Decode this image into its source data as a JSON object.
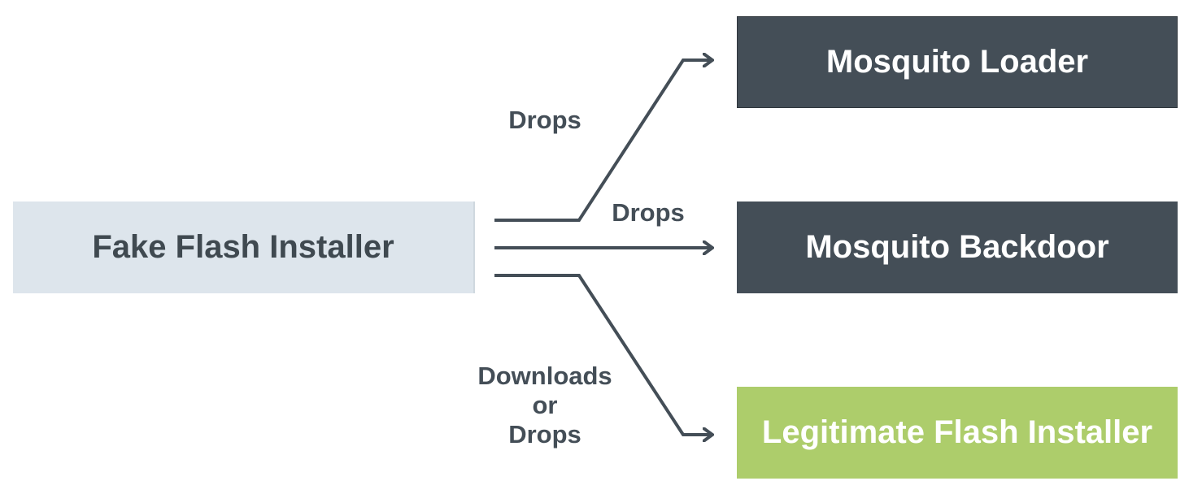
{
  "diagram": {
    "source": {
      "label": "Fake Flash Installer"
    },
    "targets": [
      {
        "id": "loader",
        "label": "Mosquito Loader",
        "edge_label": "Drops",
        "color": "#444e57"
      },
      {
        "id": "backdoor",
        "label": "Mosquito Backdoor",
        "edge_label": "Drops",
        "color": "#444e57"
      },
      {
        "id": "legit",
        "label": "Legitimate Flash Installer",
        "edge_label_lines": [
          "Downloads",
          "or",
          "Drops"
        ],
        "color": "#adcd6b"
      }
    ],
    "colors": {
      "source_fill": "#dde5ec",
      "text_dark": "#444e57",
      "connector": "#444e57"
    }
  }
}
